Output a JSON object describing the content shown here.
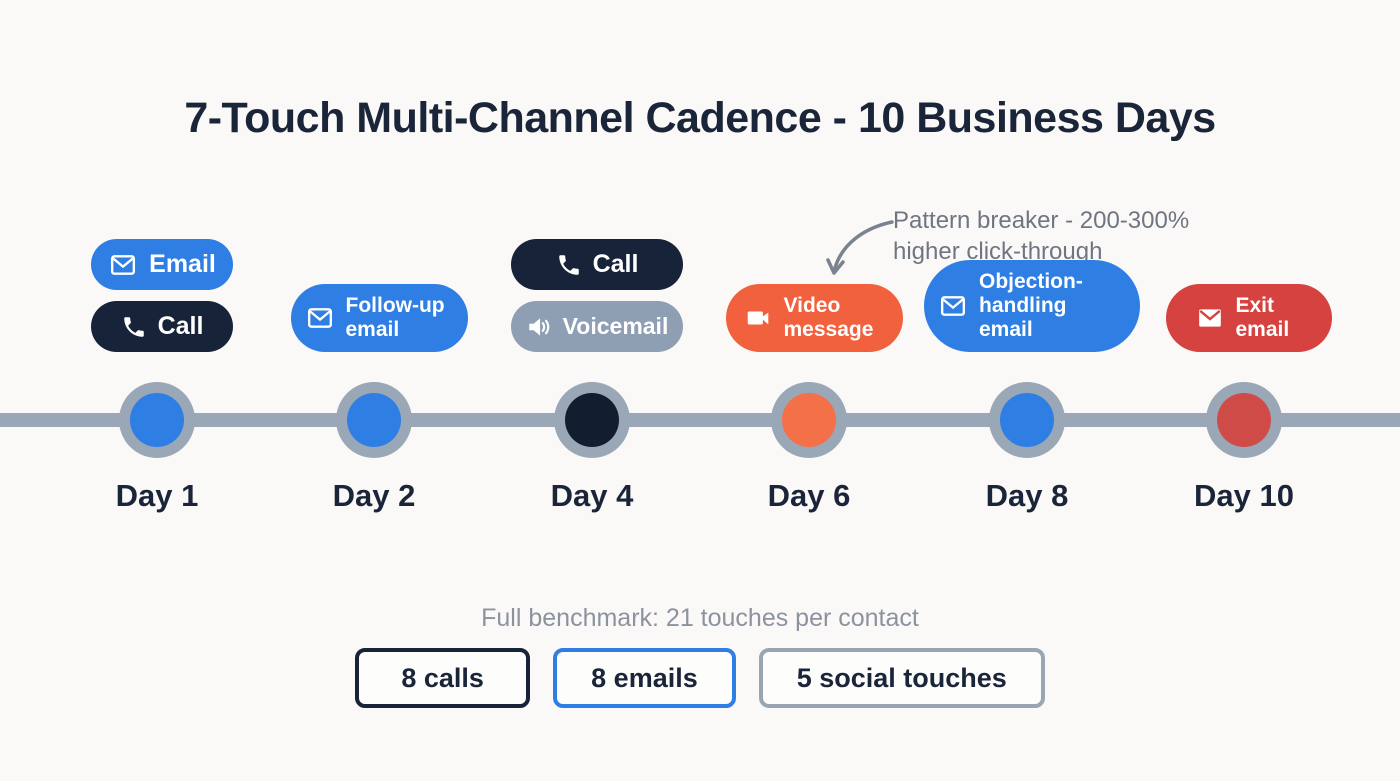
{
  "page": {
    "title": "7-Touch Multi-Channel Cadence - 10 Business Days"
  },
  "annotation": {
    "line1": "Pattern breaker - 200-300%",
    "line2": "higher click-through",
    "arrow_target": "Video message pill"
  },
  "days": [
    {
      "label": "Day 1",
      "dot_color": "#2E7EE4",
      "touches": [
        {
          "label": "Email",
          "icon": "envelope-icon",
          "color": "#2E7EE4"
        },
        {
          "label": "Call",
          "icon": "phone-icon",
          "color": "#172338"
        }
      ]
    },
    {
      "label": "Day 2",
      "dot_color": "#2E7EE4",
      "touches": [
        {
          "label": "Follow-up email",
          "icon": "envelope-icon",
          "color": "#2E7EE4"
        }
      ]
    },
    {
      "label": "Day 4",
      "dot_color": "#131D30",
      "touches": [
        {
          "label": "Call",
          "icon": "phone-icon",
          "color": "#172338"
        },
        {
          "label": "Voicemail",
          "icon": "speaker-icon",
          "color": "#8E9FB4"
        }
      ]
    },
    {
      "label": "Day 6",
      "dot_color": "#F37049",
      "touches": [
        {
          "label": "Video message",
          "icon": "video-camera-icon",
          "color": "#F2613D"
        }
      ]
    },
    {
      "label": "Day 8",
      "dot_color": "#2E7EE4",
      "touches": [
        {
          "label": "Objection-handling email",
          "icon": "envelope-icon",
          "color": "#2E7EE4"
        }
      ]
    },
    {
      "label": "Day 10",
      "dot_color": "#CE4B48",
      "touches": [
        {
          "label": "Exit email",
          "icon": "envelope-icon",
          "color": "#D5423F"
        }
      ]
    }
  ],
  "benchmark": {
    "caption": "Full benchmark: 21 touches per contact",
    "stats": [
      {
        "label": "8 calls",
        "border_color": "#172338"
      },
      {
        "label": "8 emails",
        "border_color": "#2E7EE4"
      },
      {
        "label": "5 social touches",
        "border_color": "#9AA5B3"
      }
    ]
  },
  "colors": {
    "background": "#FAF9F7",
    "timeline_line": "#9AA7B6",
    "title_text": "#1B2539",
    "annotation_text": "#6F7682",
    "caption_text": "#8C939F"
  }
}
